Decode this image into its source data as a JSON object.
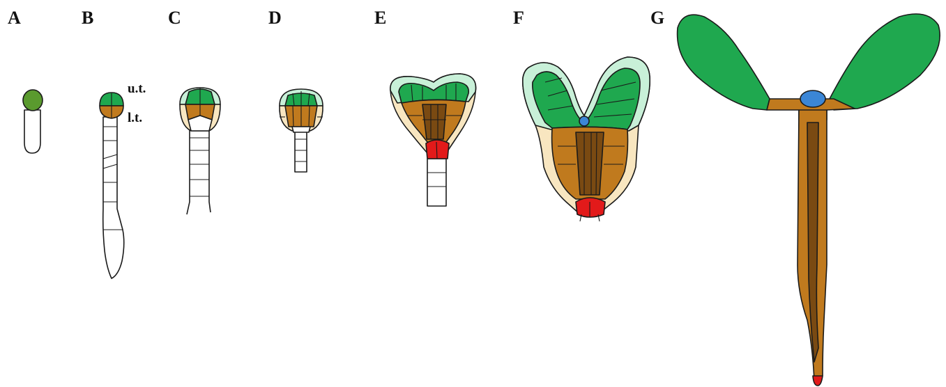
{
  "panels": {
    "a": "A",
    "b": "B",
    "c": "C",
    "d": "D",
    "e": "E",
    "f": "F",
    "g": "G"
  },
  "labels": {
    "upper_tier": "u.t.",
    "lower_tier": "l.t."
  },
  "colors": {
    "shoot_green": "#1fa84f",
    "zygote_green": "#5a9a2e",
    "epidermis_light_green": "#c8f0d8",
    "hypocotyl_brown": "#c07a1e",
    "vascular_dark_brown": "#7a4a12",
    "epidermis_cream": "#f8e6c0",
    "root_red": "#e21a1a",
    "meristem_blue": "#3b86d6",
    "suspensor_white": "#ffffff"
  }
}
